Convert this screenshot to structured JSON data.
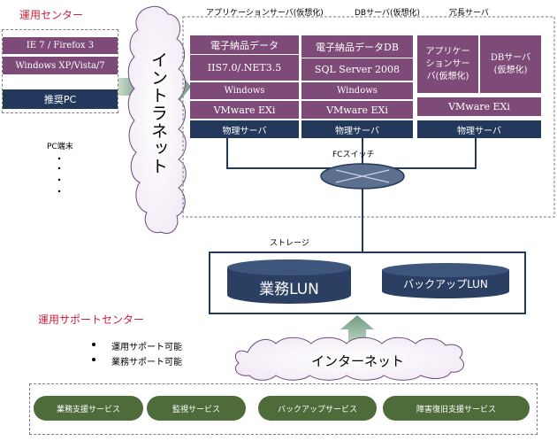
{
  "left": {
    "title": "運用センター",
    "ie_firefox": "IE 7 / Firefox 3",
    "windows_versions": "Windows XP/Vista/7",
    "recommended_pc": "推奨PC",
    "pc_terminal": "PC端末"
  },
  "intranet": "イントラネット",
  "headers": {
    "app_server": "アプリケーションサーバ(仮想化)",
    "db_server": "DBサーバ(仮想化)",
    "redundant_server": "冗長サーバ"
  },
  "app_server": {
    "line1": "電子納品データ",
    "line2": "IIS7.0/.NET3.5",
    "os": "Windows",
    "vm": "VMware EXi",
    "physical": "物理サーバ"
  },
  "db_server": {
    "line1": "電子納品データDB",
    "line2": "SQL Server 2008",
    "os": "Windows",
    "vm": "VMware EXi",
    "physical": "物理サーバ"
  },
  "redundant": {
    "app": "アプリケーションサーバ(仮想化)",
    "db": "DBサーバ(仮想化)",
    "vm": "VMware EXi",
    "physical": "物理サーバ"
  },
  "fc_switch": "FCスイッチ",
  "storage": {
    "label": "ストレージ",
    "business_lun": "業務LUN",
    "backup_lun": "バックアップLUN"
  },
  "support": {
    "title": "運用サポートセンター",
    "item1": "運用サポート可能",
    "item2": "業務サポート可能"
  },
  "internet": "インターネット",
  "services": [
    "業務支援サービス",
    "監視サービス",
    "バックアップサービス",
    "障害復旧支援サービス"
  ],
  "colors": {
    "purple": "#7e4a78",
    "navy": "#23395b",
    "green": "#4e6b3a",
    "title_red": "#c8203a"
  }
}
